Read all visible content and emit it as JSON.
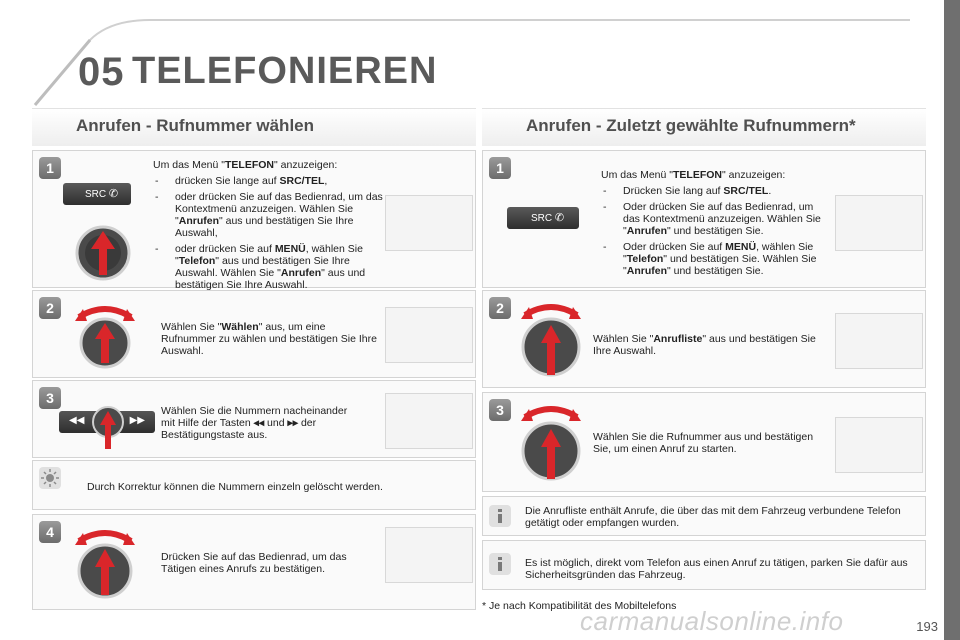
{
  "chapter": {
    "number": "05",
    "title": "TELEFONIEREN"
  },
  "left": {
    "heading": "Anrufen - Rufnummer wählen",
    "step1": {
      "num": "1",
      "intro_pre": "Um das Menü \"",
      "intro_bold": "TELEFON",
      "intro_post": "\" anzuzeigen:",
      "b1_pre": "drücken Sie lange auf ",
      "b1_bold": "SRC/TEL",
      "b1_post": ",",
      "b2_pre": "oder drücken Sie auf das Bedienrad, um das Kontextmenü anzuzeigen. Wählen Sie \"",
      "b2_bold": "Anrufen",
      "b2_post": "\" aus und bestätigen Sie Ihre Auswahl,",
      "b3_pre": "oder drücken Sie auf ",
      "b3_bold1": "MENÜ",
      "b3_mid1": ", wählen Sie \"",
      "b3_bold2": "Telefon",
      "b3_mid2": "\" aus und bestätigen Sie Ihre Auswahl. Wählen Sie \"",
      "b3_bold3": "Anrufen",
      "b3_post": "\" aus und bestätigen Sie Ihre Auswahl."
    },
    "step2": {
      "num": "2",
      "pre": "Wählen Sie \"",
      "bold": "Wählen",
      "post": "\" aus, um eine Rufnummer zu wählen und bestätigen Sie Ihre Auswahl."
    },
    "step3": {
      "num": "3",
      "line1": "Wählen Sie die Nummern nacheinander",
      "line2_pre": "mit Hilfe der Tasten ",
      "line2_mid": " und ",
      "line2_post": " der",
      "line3": "Bestätigungstaste aus.",
      "prev_symbol": "◂◂",
      "next_symbol": "▸▸"
    },
    "tip": "Durch Korrektur können die Nummern einzeln gelöscht werden.",
    "step4": {
      "num": "4",
      "text": "Drücken Sie auf das Bedienrad, um das Tätigen eines Anrufs zu bestätigen."
    }
  },
  "right": {
    "heading": "Anrufen - Zuletzt gewählte Rufnummern*",
    "step1": {
      "num": "1",
      "intro_pre": "Um das Menü \"",
      "intro_bold": "TELEFON",
      "intro_post": "\" anzuzeigen:",
      "b1_pre": "Drücken Sie lang auf ",
      "b1_bold": "SRC/TEL",
      "b1_post": ".",
      "b2_pre": "Oder drücken Sie auf das Bedienrad, um das Kontextmenü anzuzeigen. Wählen Sie \"",
      "b2_bold": "Anrufen",
      "b2_post": "\" und bestätigen Sie.",
      "b3_pre": "Oder drücken Sie auf ",
      "b3_bold1": "MENÜ",
      "b3_mid1": ", wählen Sie \"",
      "b3_bold2": "Telefon",
      "b3_mid2": "\" und bestätigen Sie. Wählen Sie \"",
      "b3_bold3": "Anrufen",
      "b3_post": "\" und bestätigen Sie."
    },
    "step2": {
      "num": "2",
      "pre": "Wählen Sie \"",
      "bold": "Anrufliste",
      "post": "\" aus und bestätigen Sie Ihre Auswahl."
    },
    "step3": {
      "num": "3",
      "text": "Wählen Sie die Rufnummer aus und bestätigen Sie, um einen Anruf zu starten."
    },
    "info1": "Die Anrufliste enthält Anrufe, die über das mit dem Fahrzeug verbundene Telefon getätigt oder empfangen wurden.",
    "info2": "Es ist möglich, direkt vom Telefon aus einen Anruf zu tätigen, parken Sie dafür aus Sicherheitsgründen das Fahrzeug.",
    "footnote": "* Je nach Kompatibilität des Mobiltelefons"
  },
  "src_label": "SRC",
  "page_number": "193",
  "watermark": "carmanualsonline.info",
  "colors": {
    "arrow_red": "#d9262a",
    "header_grey": "#5a5a5a",
    "side_bar": "#6f6f6f"
  }
}
